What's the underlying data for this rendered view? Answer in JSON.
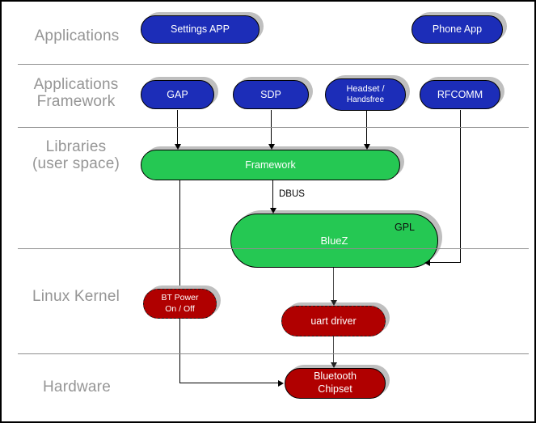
{
  "colors": {
    "node_blue": "#1c2db8",
    "node_green": "#25c853",
    "node_red": "#b00000",
    "layer_label_gray": "#959595",
    "separator_gray": "#8f8f8f",
    "shadow_gray": "#bfbfbf"
  },
  "layers": {
    "applications": {
      "line1": "Applications"
    },
    "app_framework": {
      "line1": "Applications",
      "line2": "Framework"
    },
    "libraries": {
      "line1": "Libraries",
      "line2": "(user space)"
    },
    "linux_kernel": {
      "line1": "Linux Kernel"
    },
    "hardware": {
      "line1": "Hardware"
    }
  },
  "nodes": {
    "settings_app": {
      "label": "Settings APP"
    },
    "phone_app": {
      "label": "Phone App"
    },
    "gap": {
      "label": "GAP"
    },
    "sdp": {
      "label": "SDP"
    },
    "headset": {
      "line1": "Headset /",
      "line2": "Handsfree"
    },
    "rfcomm": {
      "label": "RFCOMM"
    },
    "framework": {
      "label": "Framework"
    },
    "bluez": {
      "label": "BlueZ",
      "badge": "GPL"
    },
    "bt_power": {
      "line1": "BT Power",
      "line2": "On / Off"
    },
    "uart_driver": {
      "label": "uart driver"
    },
    "bt_chipset": {
      "line1": "Bluetooth",
      "line2": "Chipset"
    }
  },
  "edges": {
    "dbus_label": "DBUS"
  }
}
